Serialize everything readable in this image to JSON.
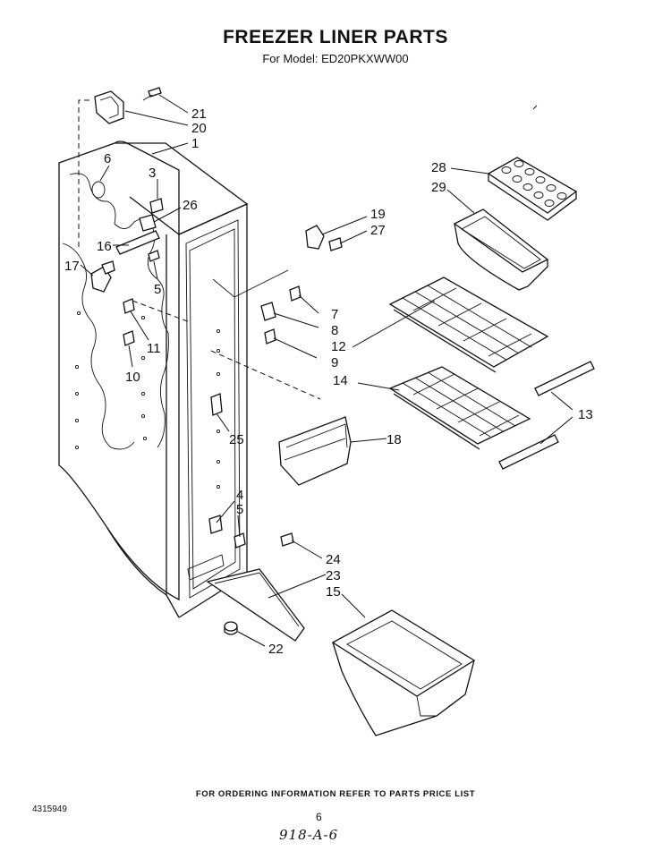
{
  "header": {
    "title": "FREEZER LINER PARTS",
    "subtitle": "For Model: ED20PKXWW00"
  },
  "footer": {
    "ordering_note": "FOR ORDERING INFORMATION REFER TO PARTS PRICE LIST",
    "part_number": "4315949",
    "page_number": "6",
    "handwritten": "918-A-6"
  },
  "callouts": {
    "c1": "1",
    "c3": "3",
    "c4": "4",
    "c5a": "5",
    "c5b": "5",
    "c6": "6",
    "c7": "7",
    "c8": "8",
    "c9": "9",
    "c10": "10",
    "c11": "11",
    "c12": "12",
    "c13": "13",
    "c14": "14",
    "c15": "15",
    "c16": "16",
    "c17": "17",
    "c18": "18",
    "c19": "19",
    "c20": "20",
    "c21": "21",
    "c22": "22",
    "c23": "23",
    "c24": "24",
    "c25": "25",
    "c26": "26",
    "c27": "27",
    "c28": "28",
    "c29": "29"
  }
}
